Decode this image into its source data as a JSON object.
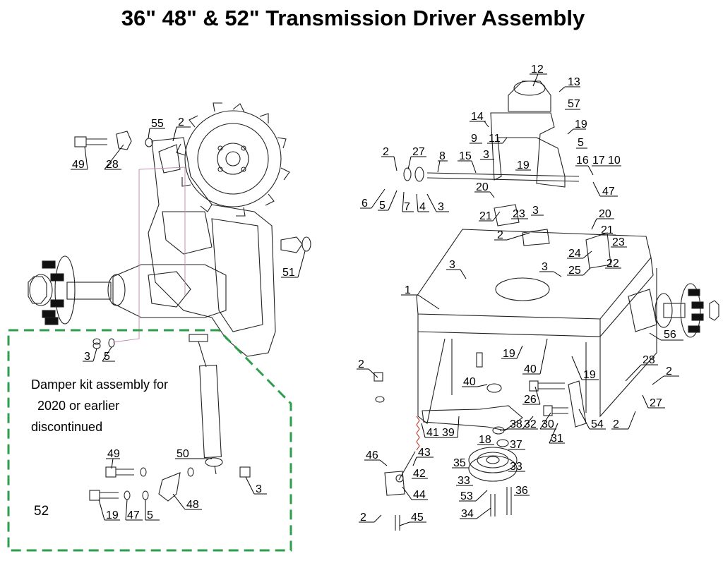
{
  "title": "36\" 48\" & 52\" Transmission Driver Assembly",
  "damper_note": {
    "line1": "Damper kit assembly for",
    "line2": "2020 or earlier",
    "line3": "discontinued"
  },
  "damper_group_label": "52",
  "colors": {
    "dashed_box": "#2e9e4c",
    "line": "#222222",
    "hidden_line": "#c58fb0"
  },
  "callouts": {
    "c12": "12",
    "c13": "13",
    "c57": "57",
    "c14": "14",
    "c9": "9",
    "c11": "11",
    "c19a": "19",
    "c5a": "5",
    "c2a": "2",
    "c27a": "27",
    "c8": "8",
    "c15": "15",
    "c3a": "3",
    "c16": "16",
    "c17": "17",
    "c10": "10",
    "c19b": "19",
    "c47a": "47",
    "c20a": "20",
    "c6": "6",
    "c5b": "5",
    "c7": "7",
    "c4": "4",
    "c3b": "3",
    "c21a": "21",
    "c23a": "23",
    "c3c": "3",
    "c2b": "2",
    "c20b": "20",
    "c21b": "21",
    "c23b": "23",
    "c24": "24",
    "c22": "22",
    "c25": "25",
    "c3d": "3",
    "c3e": "3",
    "c1": "1",
    "c56": "56",
    "c19c": "19",
    "c40a": "40",
    "c19d": "19",
    "c2c": "2",
    "c40b": "40",
    "c28a": "28",
    "c2d": "2",
    "c26": "26",
    "c27b": "27",
    "c38": "38",
    "c32": "32",
    "c30": "30",
    "c54": "54",
    "c2e": "2",
    "c41": "41",
    "c39": "39",
    "c18": "18",
    "c31": "31",
    "c37": "37",
    "c43": "43",
    "c46": "46",
    "c35": "35",
    "c33a": "33",
    "c42": "42",
    "c33b": "33",
    "c44": "44",
    "c53": "53",
    "c36": "36",
    "c34": "34",
    "c2f": "2",
    "c45": "45",
    "c49a": "49",
    "c28b": "28",
    "c55": "55",
    "c2g": "2",
    "c51": "51",
    "c3f": "3",
    "c5c": "5",
    "c50": "50",
    "c49b": "49",
    "c3g": "3",
    "c19e": "19",
    "c47b": "47",
    "c5d": "5",
    "c48": "48"
  }
}
